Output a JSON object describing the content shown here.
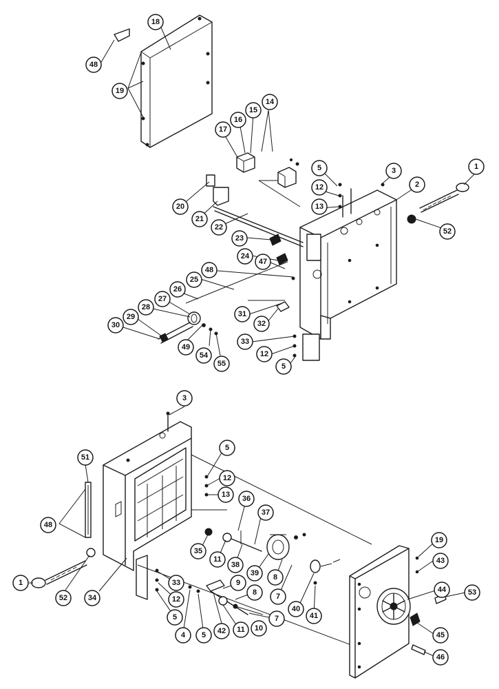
{
  "labels": {
    "l1a": "1",
    "l2": "2",
    "l3a": "3",
    "l5a": "5",
    "l12a": "12",
    "l13a": "13",
    "l14": "14",
    "l15": "15",
    "l16": "16",
    "l17": "17",
    "l18": "18",
    "l19a": "19",
    "l20": "20",
    "l21": "21",
    "l22": "22",
    "l23": "23",
    "l24": "24",
    "l25": "25",
    "l26": "26",
    "l27": "27",
    "l28": "28",
    "l29": "29",
    "l30": "30",
    "l31": "31",
    "l32": "32",
    "l33a": "33",
    "l12b": "12",
    "l5b": "5",
    "l47": "47",
    "l48a": "48",
    "l48b": "48",
    "l49": "49",
    "l54": "54",
    "l55": "55",
    "l52a": "52",
    "l3b": "3",
    "l5c": "5",
    "l12c": "12",
    "l13b": "13",
    "l51": "51",
    "l48c": "48",
    "l1b": "1",
    "l52b": "52",
    "l34": "34",
    "l36": "36",
    "l37": "37",
    "l35": "35",
    "l11a": "11",
    "l38": "38",
    "l39": "39",
    "l8a": "8",
    "l7a": "7",
    "l9": "9",
    "l8b": "8",
    "l7b": "7",
    "l40": "40",
    "l41": "41",
    "l33b": "33",
    "l12d": "12",
    "l5d": "5",
    "l4": "4",
    "l5e": "5",
    "l42": "42",
    "l11b": "11",
    "l10": "10",
    "l19b": "19",
    "l43": "43",
    "l44": "44",
    "l53": "53",
    "l45": "45",
    "l46": "46"
  }
}
